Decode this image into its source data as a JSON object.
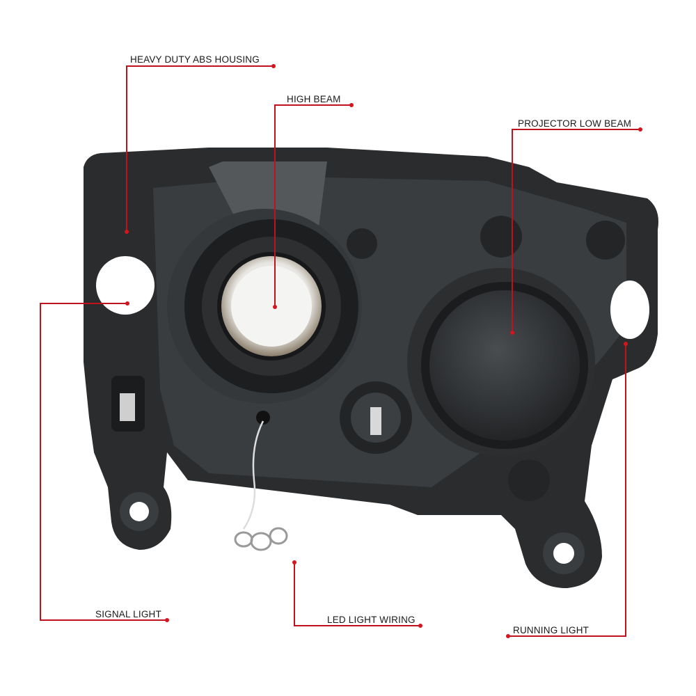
{
  "callouts": {
    "housing": "HEAVY DUTY ABS HOUSING",
    "high_beam": "HIGH  BEAM",
    "low_beam": "PROJECTOR LOW BEAM",
    "signal": "SIGNAL LIGHT",
    "wiring": "LED LIGHT WIRING",
    "running": "RUNNING LIGHT"
  },
  "colors": {
    "leader": "#c0121c",
    "housing": "#2a2c2e"
  }
}
